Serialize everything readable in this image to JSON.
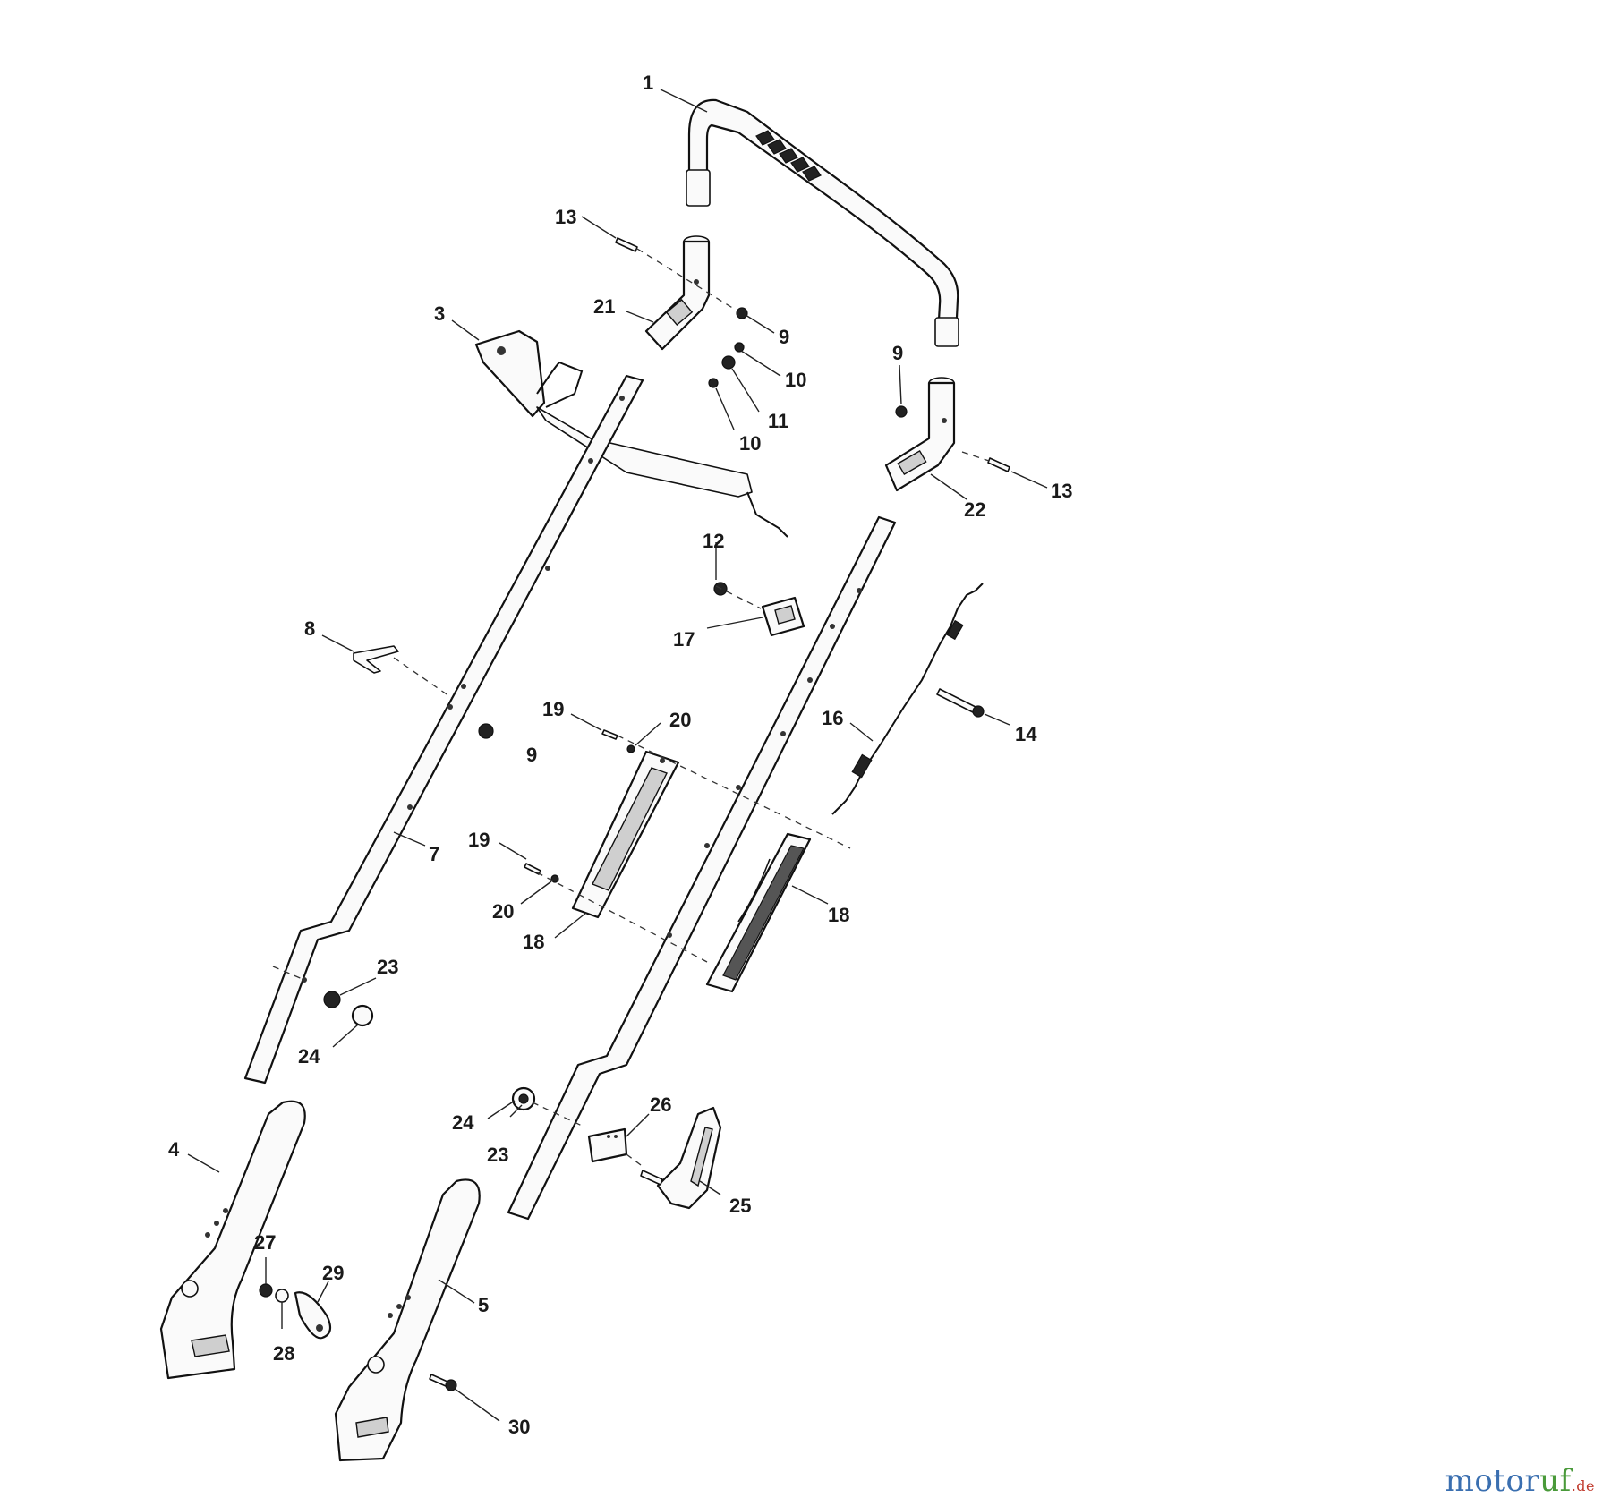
{
  "callouts": [
    {
      "id": "c1",
      "text": "1"
    },
    {
      "id": "c2",
      "text": "3"
    },
    {
      "id": "c3",
      "text": "4"
    },
    {
      "id": "c4",
      "text": "5"
    },
    {
      "id": "c5",
      "text": "7"
    },
    {
      "id": "c6",
      "text": "8"
    },
    {
      "id": "c7",
      "text": "9"
    },
    {
      "id": "c8",
      "text": "9"
    },
    {
      "id": "c9",
      "text": "9"
    },
    {
      "id": "c10",
      "text": "10"
    },
    {
      "id": "c11",
      "text": "10"
    },
    {
      "id": "c12",
      "text": "11"
    },
    {
      "id": "c13",
      "text": "12"
    },
    {
      "id": "c14",
      "text": "13"
    },
    {
      "id": "c15",
      "text": "13"
    },
    {
      "id": "c16",
      "text": "14"
    },
    {
      "id": "c17",
      "text": "16"
    },
    {
      "id": "c18",
      "text": "17"
    },
    {
      "id": "c19",
      "text": "18"
    },
    {
      "id": "c20",
      "text": "18"
    },
    {
      "id": "c21",
      "text": "19"
    },
    {
      "id": "c22",
      "text": "19"
    },
    {
      "id": "c23",
      "text": "20"
    },
    {
      "id": "c24",
      "text": "20"
    },
    {
      "id": "c25",
      "text": "21"
    },
    {
      "id": "c26",
      "text": "22"
    },
    {
      "id": "c27",
      "text": "23"
    },
    {
      "id": "c28",
      "text": "23"
    },
    {
      "id": "c29",
      "text": "24"
    },
    {
      "id": "c30",
      "text": "24"
    },
    {
      "id": "c31",
      "text": "25"
    },
    {
      "id": "c32",
      "text": "26"
    },
    {
      "id": "c33",
      "text": "27"
    },
    {
      "id": "c34",
      "text": "28"
    },
    {
      "id": "c35",
      "text": "29"
    },
    {
      "id": "c36",
      "text": "30"
    }
  ],
  "watermark": {
    "part1": "motor",
    "part2": "uf",
    "suffix": ".de"
  }
}
